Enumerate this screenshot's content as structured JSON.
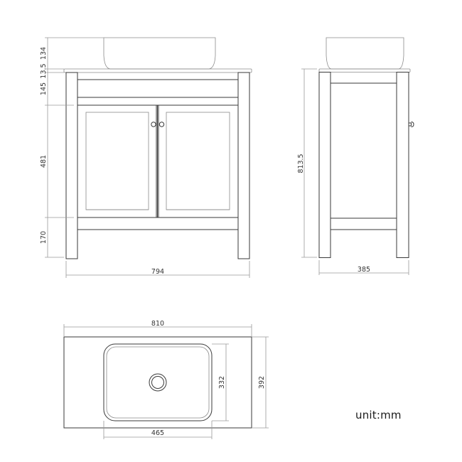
{
  "drawing": {
    "units_label": "unit:mm",
    "line_color": "#3a3a3a",
    "dimension_color": "#9a9a9a",
    "background": "#ffffff"
  },
  "front_view": {
    "dimensions": {
      "basin_height": "134",
      "top_thickness": "13.5",
      "apron_height": "145",
      "door_height": "481",
      "leg_clearance": "170",
      "overall_width": "794"
    },
    "parts": [
      "vessel-basin",
      "countertop",
      "apron-rail",
      "left-door",
      "right-door",
      "door-knobs",
      "bottom-rail",
      "legs"
    ]
  },
  "side_view": {
    "dimensions": {
      "overall_height": "813.5",
      "overall_depth": "385"
    },
    "parts": [
      "vessel-basin",
      "countertop",
      "side-panel",
      "bottom-rail",
      "legs",
      "knob-profile"
    ]
  },
  "top_view": {
    "dimensions": {
      "top_width": "810",
      "top_depth": "392",
      "basin_width": "465",
      "basin_depth": "332"
    },
    "parts": [
      "countertop-outline",
      "basin-outline",
      "drain"
    ]
  }
}
